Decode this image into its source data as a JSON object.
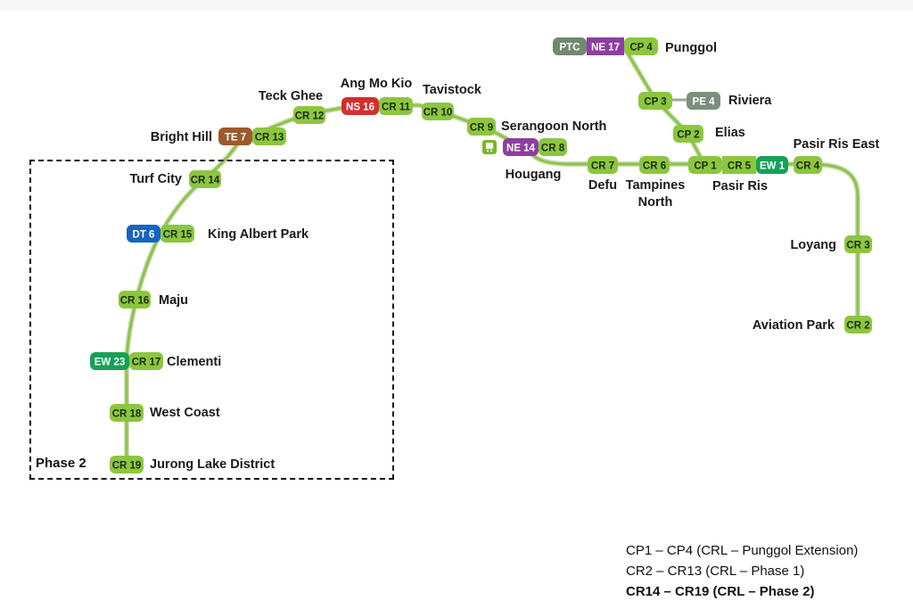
{
  "phase_label": "Phase 2",
  "legend": [
    {
      "text": "CP1 – CP4 (CRL – Punggol Extension)",
      "bold": false
    },
    {
      "text": "CR2 – CR13 (CRL – Phase 1)",
      "bold": false
    },
    {
      "text": "CR14 – CR19 (CRL – Phase 2)",
      "bold": true
    }
  ],
  "colors": {
    "crl": "#8cc63f",
    "crl_dark": "#7bb62f",
    "ns": "#d42e2e",
    "te": "#9c5a2b",
    "dt": "#1565c0",
    "ew": "#17a05a",
    "ne": "#8e3ea0",
    "ptc": "#6f8a6e",
    "pe": "#7d8f7c"
  },
  "icons": {
    "bus_interchange": "bus-interchange-icon"
  },
  "stations": [
    {
      "name": "Aviation Park",
      "codes": [
        {
          "label": "CR 2",
          "line": "crl"
        }
      ]
    },
    {
      "name": "Loyang",
      "codes": [
        {
          "label": "CR 3",
          "line": "crl"
        }
      ]
    },
    {
      "name": "Pasir Ris East",
      "codes": [
        {
          "label": "CR 4",
          "line": "crl"
        }
      ]
    },
    {
      "name": "Pasir Ris",
      "codes": [
        {
          "label": "CP 1",
          "line": "crl"
        },
        {
          "label": "CR 5",
          "line": "crl"
        },
        {
          "label": "EW 1",
          "line": "ew"
        }
      ]
    },
    {
      "name": "Tampines\nNorth",
      "codes": [
        {
          "label": "CR 6",
          "line": "crl"
        }
      ]
    },
    {
      "name": "Defu",
      "codes": [
        {
          "label": "CR 7",
          "line": "crl"
        }
      ]
    },
    {
      "name": "Hougang",
      "codes": [
        {
          "label": "NE 14",
          "line": "ne"
        },
        {
          "label": "CR 8",
          "line": "crl"
        }
      ]
    },
    {
      "name": "Serangoon North",
      "codes": [
        {
          "label": "CR 9",
          "line": "crl"
        }
      ]
    },
    {
      "name": "Tavistock",
      "codes": [
        {
          "label": "CR 10",
          "line": "crl"
        }
      ]
    },
    {
      "name": "Ang Mo Kio",
      "codes": [
        {
          "label": "NS 16",
          "line": "ns"
        },
        {
          "label": "CR 11",
          "line": "crl"
        }
      ]
    },
    {
      "name": "Teck Ghee",
      "codes": [
        {
          "label": "CR 12",
          "line": "crl"
        }
      ]
    },
    {
      "name": "Bright Hill",
      "codes": [
        {
          "label": "TE 7",
          "line": "te"
        },
        {
          "label": "CR 13",
          "line": "crl"
        }
      ]
    },
    {
      "name": "Turf City",
      "codes": [
        {
          "label": "CR 14",
          "line": "crl"
        }
      ]
    },
    {
      "name": "King Albert Park",
      "codes": [
        {
          "label": "DT 6",
          "line": "dt"
        },
        {
          "label": "CR 15",
          "line": "crl"
        }
      ]
    },
    {
      "name": "Maju",
      "codes": [
        {
          "label": "CR 16",
          "line": "crl"
        }
      ]
    },
    {
      "name": "Clementi",
      "codes": [
        {
          "label": "EW 23",
          "line": "ew"
        },
        {
          "label": "CR 17",
          "line": "crl"
        }
      ]
    },
    {
      "name": "West Coast",
      "codes": [
        {
          "label": "CR 18",
          "line": "crl"
        }
      ]
    },
    {
      "name": "Jurong Lake District",
      "codes": [
        {
          "label": "CR 19",
          "line": "crl"
        }
      ]
    },
    {
      "name": "Elias",
      "codes": [
        {
          "label": "CP 2",
          "line": "crl"
        }
      ]
    },
    {
      "name": "Riviera",
      "codes": [
        {
          "label": "CP 3",
          "line": "crl"
        },
        {
          "label": "PE 4",
          "line": "pe"
        }
      ]
    },
    {
      "name": "Punggol",
      "codes": [
        {
          "label": "PTC",
          "line": "ptc"
        },
        {
          "label": "NE 17",
          "line": "ne"
        },
        {
          "label": "CP 4",
          "line": "crl"
        }
      ]
    }
  ]
}
